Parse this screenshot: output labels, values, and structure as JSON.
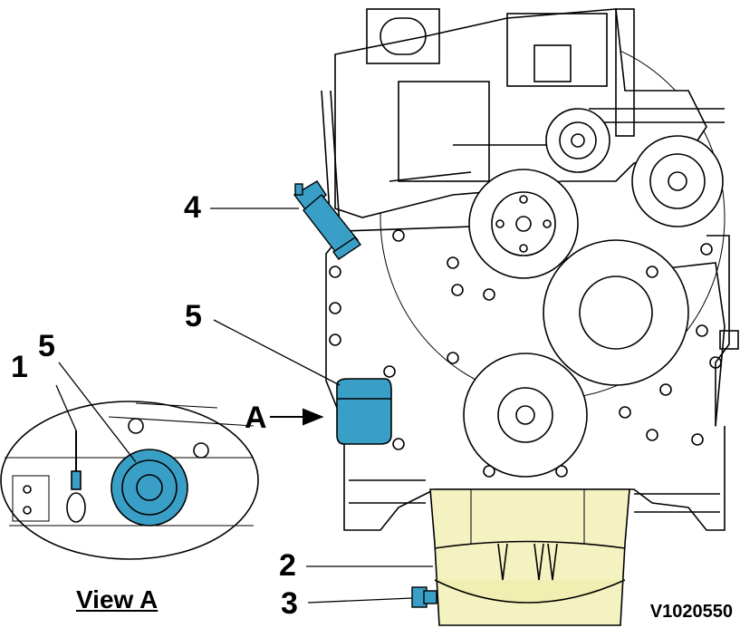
{
  "labels": {
    "callout_1": "1",
    "callout_5_inset": "5",
    "callout_4": "4",
    "callout_5": "5",
    "callout_A": "A",
    "callout_2": "2",
    "callout_3": "3"
  },
  "inset_caption": "View A",
  "figure_ref": "V1020550",
  "colors": {
    "highlight_blue": "#3a9fc7",
    "oil_pan_yellow": "#f5f2c2",
    "line": "#000000"
  }
}
